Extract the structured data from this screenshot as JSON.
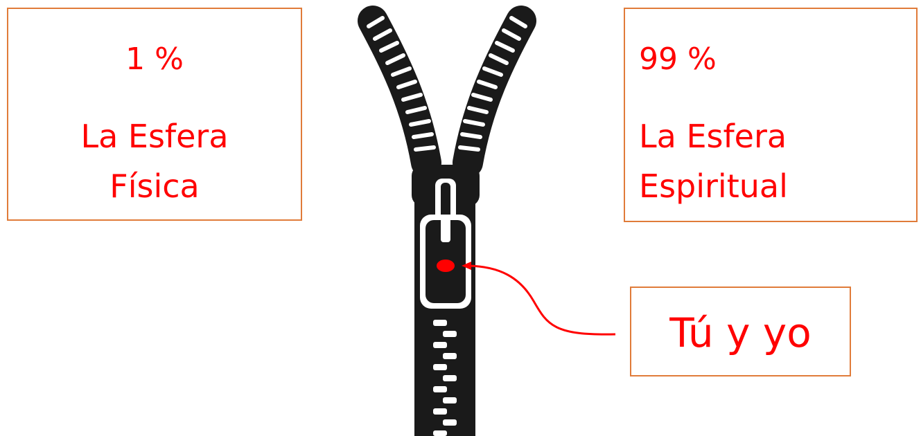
{
  "left_box": {
    "percent": "1 %",
    "line1": "La Esfera",
    "line2": "Física"
  },
  "right_box": {
    "percent": "99 %",
    "line1": "La Esfera",
    "line2": "Espiritual"
  },
  "pointer_box": {
    "text": "Tú y yo"
  },
  "colors": {
    "text": "#ff0000",
    "box_border": "#e07b39",
    "zipper": "#1a1a1a",
    "marker": "#ff0000"
  },
  "icons": [
    "zipper-icon",
    "red-dot-marker"
  ]
}
